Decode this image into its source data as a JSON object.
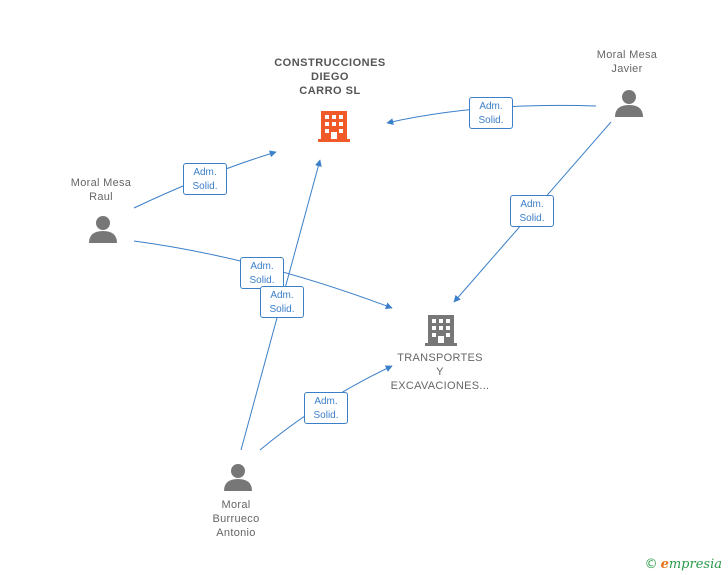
{
  "colors": {
    "edge": "#3b7fc9",
    "company_main": "#f05a28",
    "company_secondary": "#777777",
    "person": "#777777",
    "brand_green": "#2a9a4a",
    "brand_orange": "#e8731a"
  },
  "nodes": {
    "construcciones": {
      "lines": [
        "CONSTRUCCIONES",
        "DIEGO",
        "CARRO SL"
      ],
      "icon": "building-icon"
    },
    "transportes": {
      "lines": [
        "TRANSPORTES",
        "Y",
        "EXCAVACIONES..."
      ],
      "icon": "building-icon"
    },
    "javier": {
      "lines": [
        "Moral Mesa",
        "Javier"
      ],
      "icon": "person-icon"
    },
    "raul": {
      "lines": [
        "Moral Mesa",
        "Raul"
      ],
      "icon": "person-icon"
    },
    "antonio": {
      "lines": [
        "Moral",
        "Burrueco",
        "Antonio"
      ],
      "icon": "person-icon"
    }
  },
  "edge_labels": {
    "javier_construcciones": [
      "Adm.",
      "Solid."
    ],
    "raul_construcciones": [
      "Adm.",
      "Solid."
    ],
    "javier_transportes": [
      "Adm.",
      "Solid."
    ],
    "raul_transportes": [
      "Adm.",
      "Solid."
    ],
    "antonio_construcciones": [
      "Adm.",
      "Solid."
    ],
    "antonio_transportes": [
      "Adm.",
      "Solid."
    ]
  },
  "brand": {
    "copyright": "©",
    "first_letter": "e",
    "rest": "mpresia"
  }
}
